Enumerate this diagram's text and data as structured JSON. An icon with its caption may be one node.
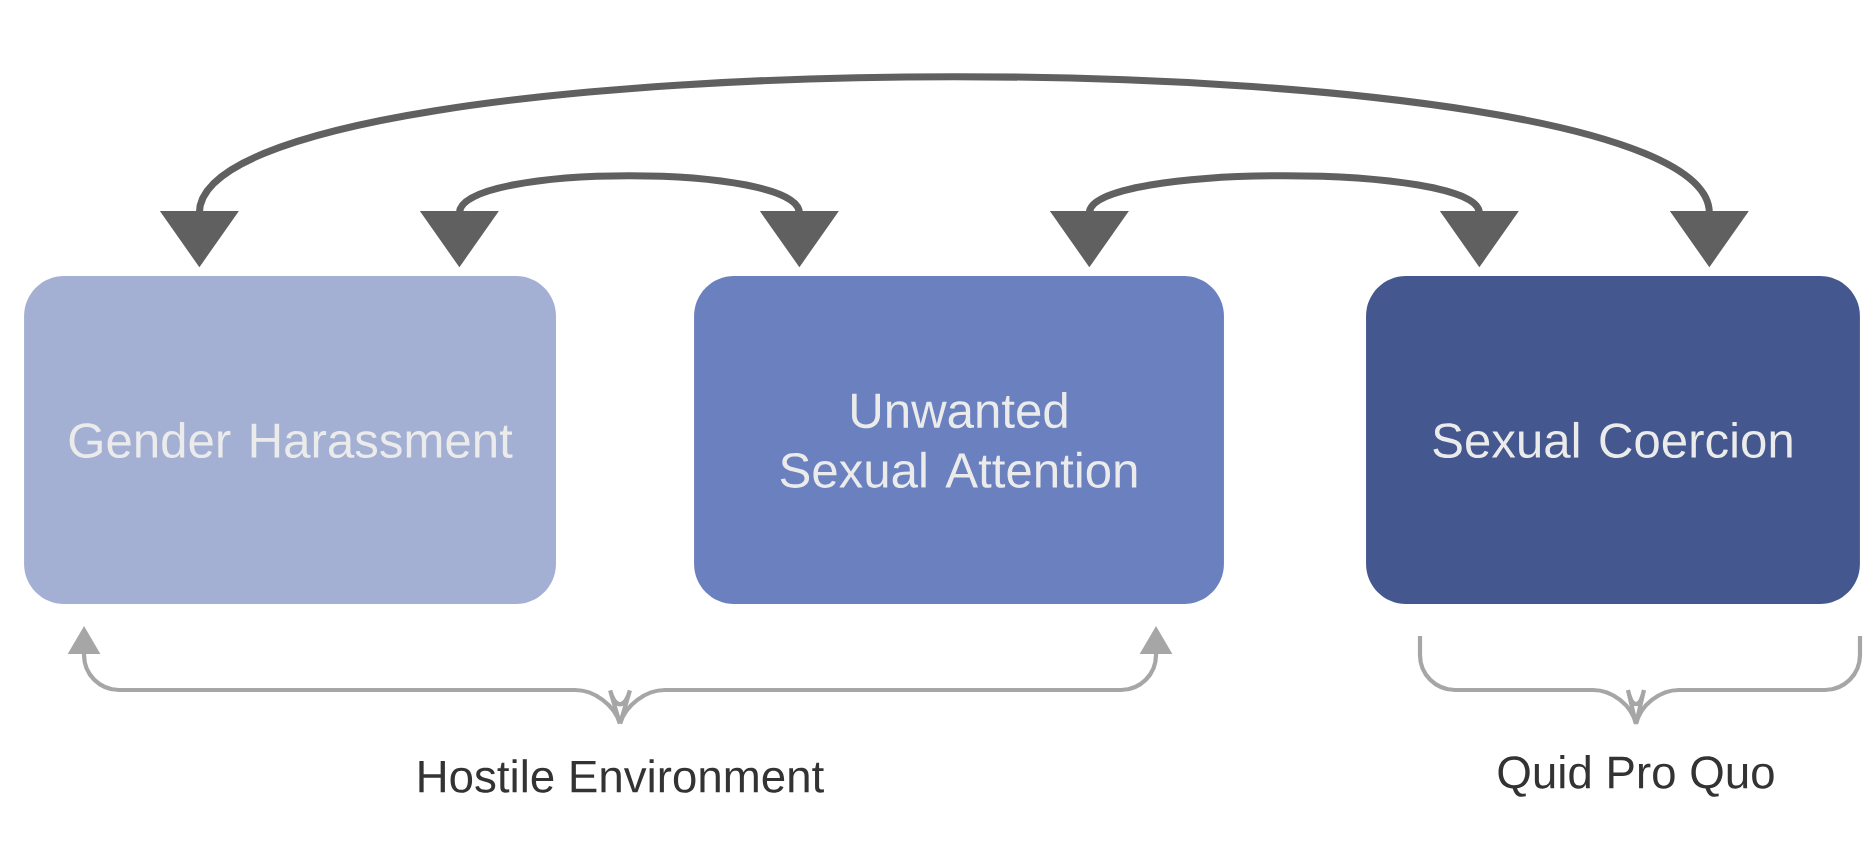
{
  "diagram": {
    "nodes": [
      {
        "text": [
          "Gender Harassment"
        ]
      },
      {
        "text": [
          "Unwanted Sexual Attention"
        ]
      },
      {
        "text": [
          "Sexual Coercion"
        ]
      }
    ],
    "edges": [
      {
        "from": 0,
        "to": 2,
        "arrow": "both"
      },
      {
        "from": 0,
        "to": 1,
        "arrow": "both"
      },
      {
        "from": 1,
        "to": 2,
        "arrow": "both"
      }
    ],
    "labels": [
      "Hostile Environment",
      "Quid Pro Quo"
    ]
  }
}
